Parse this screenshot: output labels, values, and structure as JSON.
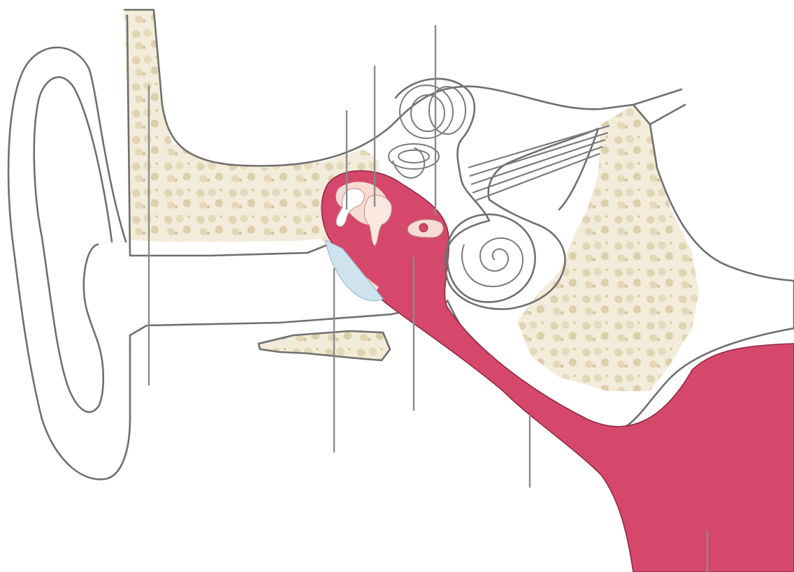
{
  "diagram": {
    "title": "",
    "labels": [],
    "colors": {
      "background": "#ffffff",
      "outline": "#6f6f6f",
      "bone": "#efe6cf",
      "bone_spots": "#d8c9a4",
      "tissue": "#d5486c",
      "tissue_light": "#f6dcd3",
      "eardrum": "#cfe3ee",
      "leader_line": "#8a8a8a"
    },
    "leader_lines": [
      {
        "id": "leader-temporal-bone",
        "labelled": false
      },
      {
        "id": "leader-malleus",
        "labelled": false
      },
      {
        "id": "leader-incus",
        "labelled": false
      },
      {
        "id": "leader-semicircular-canals",
        "labelled": false
      },
      {
        "id": "leader-tympanic-membrane",
        "labelled": false
      },
      {
        "id": "leader-middle-ear-cavity",
        "labelled": false
      },
      {
        "id": "leader-auditory-tube",
        "labelled": false
      },
      {
        "id": "leader-pharynx",
        "labelled": false
      }
    ]
  }
}
